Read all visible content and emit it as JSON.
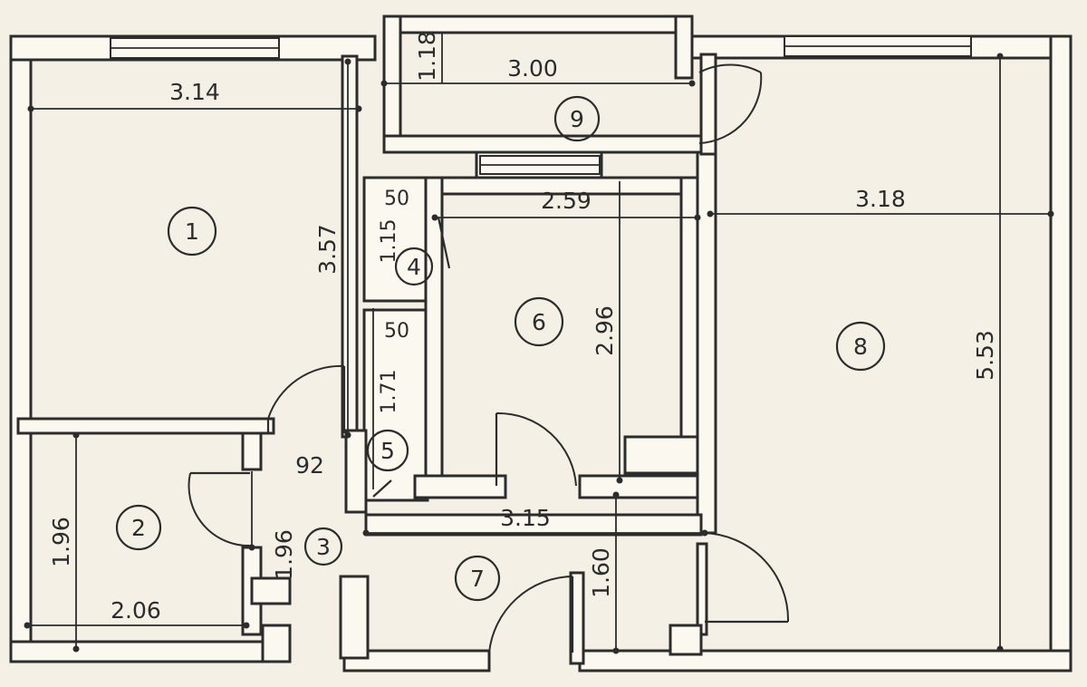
{
  "rooms": [
    {
      "id": "1",
      "label": "1"
    },
    {
      "id": "2",
      "label": "2"
    },
    {
      "id": "3",
      "label": "3"
    },
    {
      "id": "4",
      "label": "4"
    },
    {
      "id": "5",
      "label": "5"
    },
    {
      "id": "6",
      "label": "6"
    },
    {
      "id": "7",
      "label": "7"
    },
    {
      "id": "8",
      "label": "8"
    },
    {
      "id": "9",
      "label": "9"
    }
  ],
  "dimensions": {
    "room1_width": "3.14",
    "room1_depth": "3.57",
    "room2_depth": "1.96",
    "room2_width": "2.06",
    "room3_depth": "1.96",
    "hall_opening": "92",
    "room4_width": "50",
    "room4_depth": "1.15",
    "room5_width": "50",
    "room5_depth": "1.71",
    "room6_width": "2.59",
    "room6_depth": "2.96",
    "corridor_width": "3.15",
    "room7_depth": "1.60",
    "room8_width": "3.18",
    "room8_depth": "5.53",
    "room9_depth": "1.18",
    "room9_width": "3.00"
  }
}
